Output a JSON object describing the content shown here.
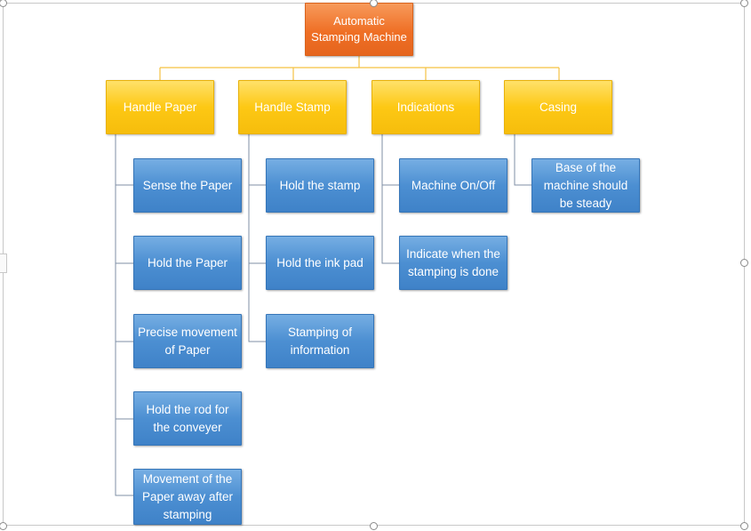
{
  "chart": {
    "root": "Automatic\nStamping Machine",
    "branches": [
      {
        "label": "Handle Paper",
        "children": [
          "Sense the Paper",
          "Hold the Paper",
          "Precise movement\nof Paper",
          "Hold the rod for\nthe conveyer",
          "Movement of the\nPaper away after\nstamping"
        ]
      },
      {
        "label": "Handle Stamp",
        "children": [
          "Hold the stamp",
          "Hold the ink pad",
          "Stamping of\ninformation"
        ]
      },
      {
        "label": "Indications",
        "children": [
          "Machine On/Off",
          "Indicate when the\nstamping is done"
        ]
      },
      {
        "label": "Casing",
        "children": [
          "Base of the\nmachine should\nbe steady"
        ]
      }
    ]
  },
  "colors": {
    "root": "#ef6f25",
    "level1": "#fdc814",
    "level2": "#4c8fd2",
    "connector_top": "#f5c242",
    "connector_child": "#7f8fa6"
  }
}
